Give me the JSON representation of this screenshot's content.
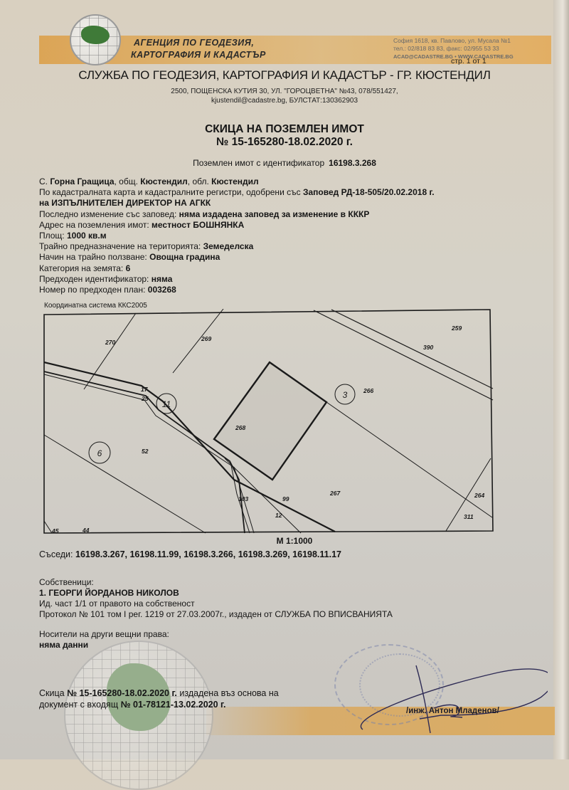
{
  "header": {
    "agency_line1": "АГЕНЦИЯ ПО ГЕОДЕЗИЯ,",
    "agency_line2": "КАРТОГРАФИЯ И КАДАСТЪР",
    "hq_line1": "София 1618, кв. Павлово, ул. Мусала №1",
    "hq_line2": "тел.: 02/818 83 83, факс: 02/955 53 33",
    "hq_line3": "ACAD@CADASTRE.BG • WWW.CADASTRE.BG",
    "page_indicator": "стр. 1 от 1",
    "service_name": "СЛУЖБА ПО ГЕОДЕЗИЯ, КАРТОГРАФИЯ И КАДАСТЪР - ГР. КЮСТЕНДИЛ",
    "address_line1": "2500, ПОЩЕНСКА КУТИЯ 30, УЛ. \"ГОРОЦВЕТНА\" №43, 078/551427,",
    "address_line2": "kjustendil@cadastre.bg, БУЛСТАТ:130362903"
  },
  "document": {
    "title": "СКИЦА НА ПОЗЕМЛЕН ИМОТ",
    "number": "№ 15-165280-18.02.2020 г.",
    "identifier_label": "Поземлен имот с  идентификатор",
    "identifier_value": "16198.3.268"
  },
  "property": {
    "location_prefix": "С.",
    "village": "Горна Гращица",
    "municipality_label": ", общ.",
    "municipality": "Кюстендил",
    "region_label": ", обл.",
    "region": "Кюстендил",
    "cadastre_text": "По кадастралната карта и кадастралните регистри, одобрени със",
    "order": "Заповед РД-18-505/20.02.2018 г.",
    "order_issuer": "на ИЗПЪЛНИТЕЛЕН ДИРЕКТОР НА АГКК",
    "last_change_label": "Последно изменение със заповед:",
    "last_change_value": "няма издадена заповед за изменение в КККР",
    "address_label": "Адрес на поземления имот:",
    "address_value": "местност БОШНЯНКА",
    "area_label": "Площ:",
    "area_value": "1000 кв.м",
    "purpose_label": "Трайно предназначение на територията:",
    "purpose_value": "Земеделска",
    "usage_label": "Начин на трайно ползване:",
    "usage_value": "Овощна градина",
    "category_label": "Категория на земята:",
    "category_value": "6",
    "prev_id_label": "Предходен идентификатор:",
    "prev_id_value": "няма",
    "prev_plan_label": "Номер по предходен план:",
    "prev_plan_value": "003268"
  },
  "map": {
    "coord_system": "Координатна система ККС2005",
    "scale": "М 1:1000",
    "parcel_labels": [
      "270",
      "269",
      "259",
      "390",
      "266",
      "17",
      "25",
      "268",
      "52",
      "103",
      "99",
      "267",
      "12",
      "264",
      "311",
      "45",
      "44"
    ],
    "circle_labels": [
      "11",
      "3",
      "6"
    ]
  },
  "neighbors": {
    "label": "Съседи:",
    "value": "16198.3.267, 16198.11.99, 16198.3.266, 16198.3.269, 16198.11.17"
  },
  "owners": {
    "label": "Собственици:",
    "name": "1. ГЕОРГИ ЙОРДАНОВ НИКОЛОВ",
    "share": "Ид. част 1/1 от правото на собственост",
    "protocol": "Протокол № 101 том I рег. 1219 от 27.03.2007г., издаден от СЛУЖБА ПО ВПИСВАНИЯТА"
  },
  "other_rights": {
    "label": "Носители на други вещни права:",
    "value": "няма данни"
  },
  "footer": {
    "issued_prefix": "Скица",
    "issued_number": "№ 15-165280-18.02.2020 г.",
    "issued_mid": "издадена въз основа на",
    "doc_prefix": "документ с входящ",
    "doc_number": "№ 01-78121-13.02.2020 г.",
    "signer": "/инж. Антон Младенов/"
  }
}
